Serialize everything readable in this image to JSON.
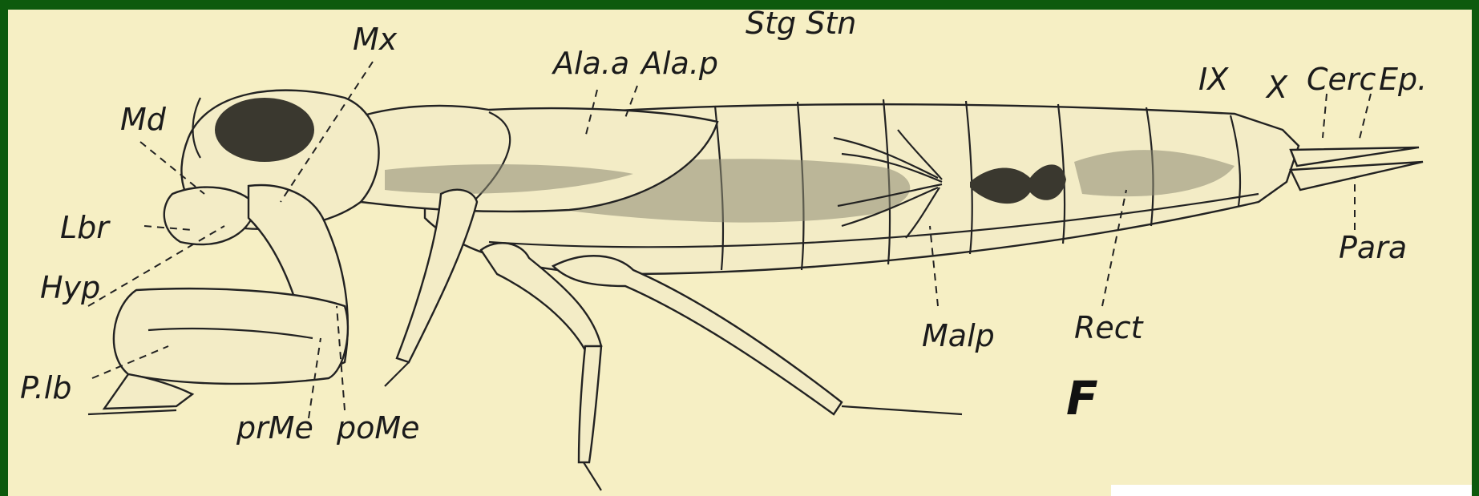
{
  "labels": {
    "stg_stn": "Stg Stn",
    "mx": "Mx",
    "ala_a": "Ala.a",
    "ala_p": "Ala.p",
    "ix": "IX",
    "x": "X",
    "cerc": "Cerc",
    "epi": "Ep.",
    "md": "Md",
    "lbr": "Lbr",
    "hyp": "Hyp",
    "para": "Para",
    "malp": "Malp",
    "rect": "Rect",
    "plb": "P.lb",
    "prme": "prMe",
    "pome": "poMe",
    "figure_letter": "F"
  },
  "colors": {
    "border": "#0d5a0d",
    "paper": "#f6efc4",
    "ink": "#1b1b1b"
  }
}
